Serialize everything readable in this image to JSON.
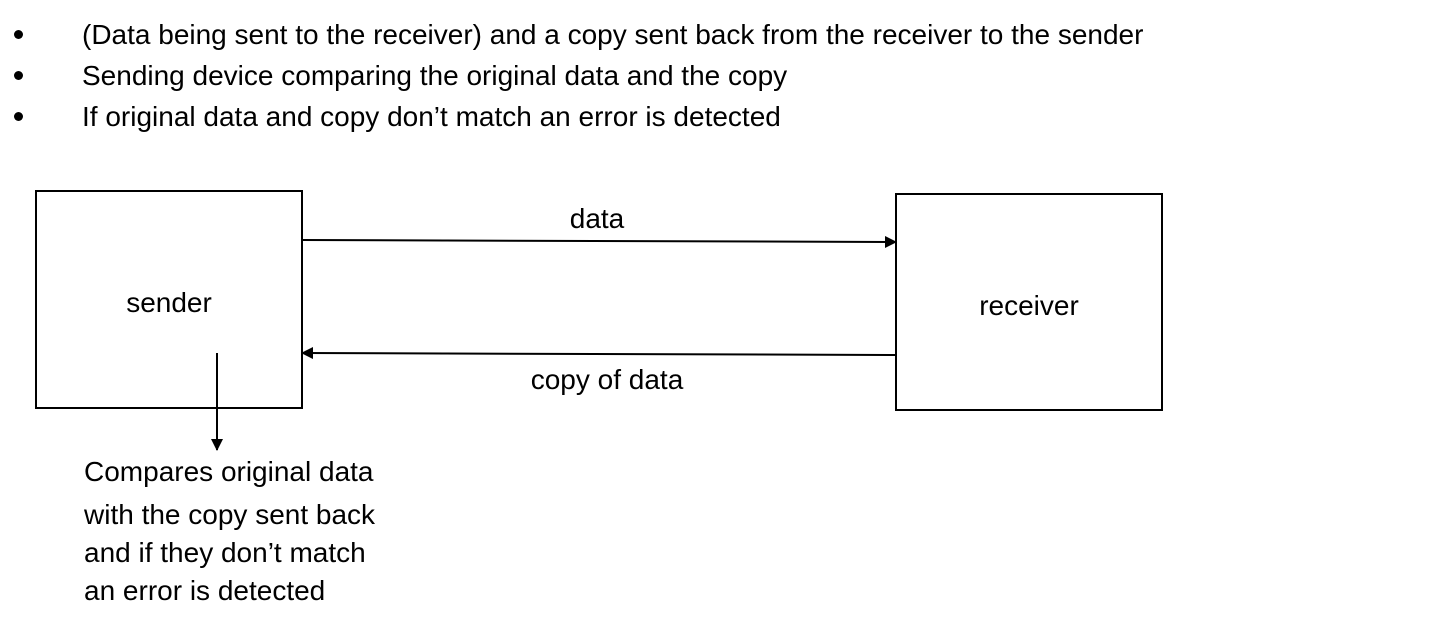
{
  "bullets": [
    "(Data being sent to the receiver) and a copy sent back from the receiver to the sender",
    "Sending device comparing the original data and the copy",
    "If original data and copy don’t match an error is detected"
  ],
  "diagram": {
    "sender_label": "sender",
    "receiver_label": "receiver",
    "forward_arrow_label": "data",
    "return_arrow_label": "copy of data",
    "compare_note": [
      "Compares original data",
      "with the copy sent back",
      "and if they don’t match",
      "an error is detected"
    ]
  }
}
